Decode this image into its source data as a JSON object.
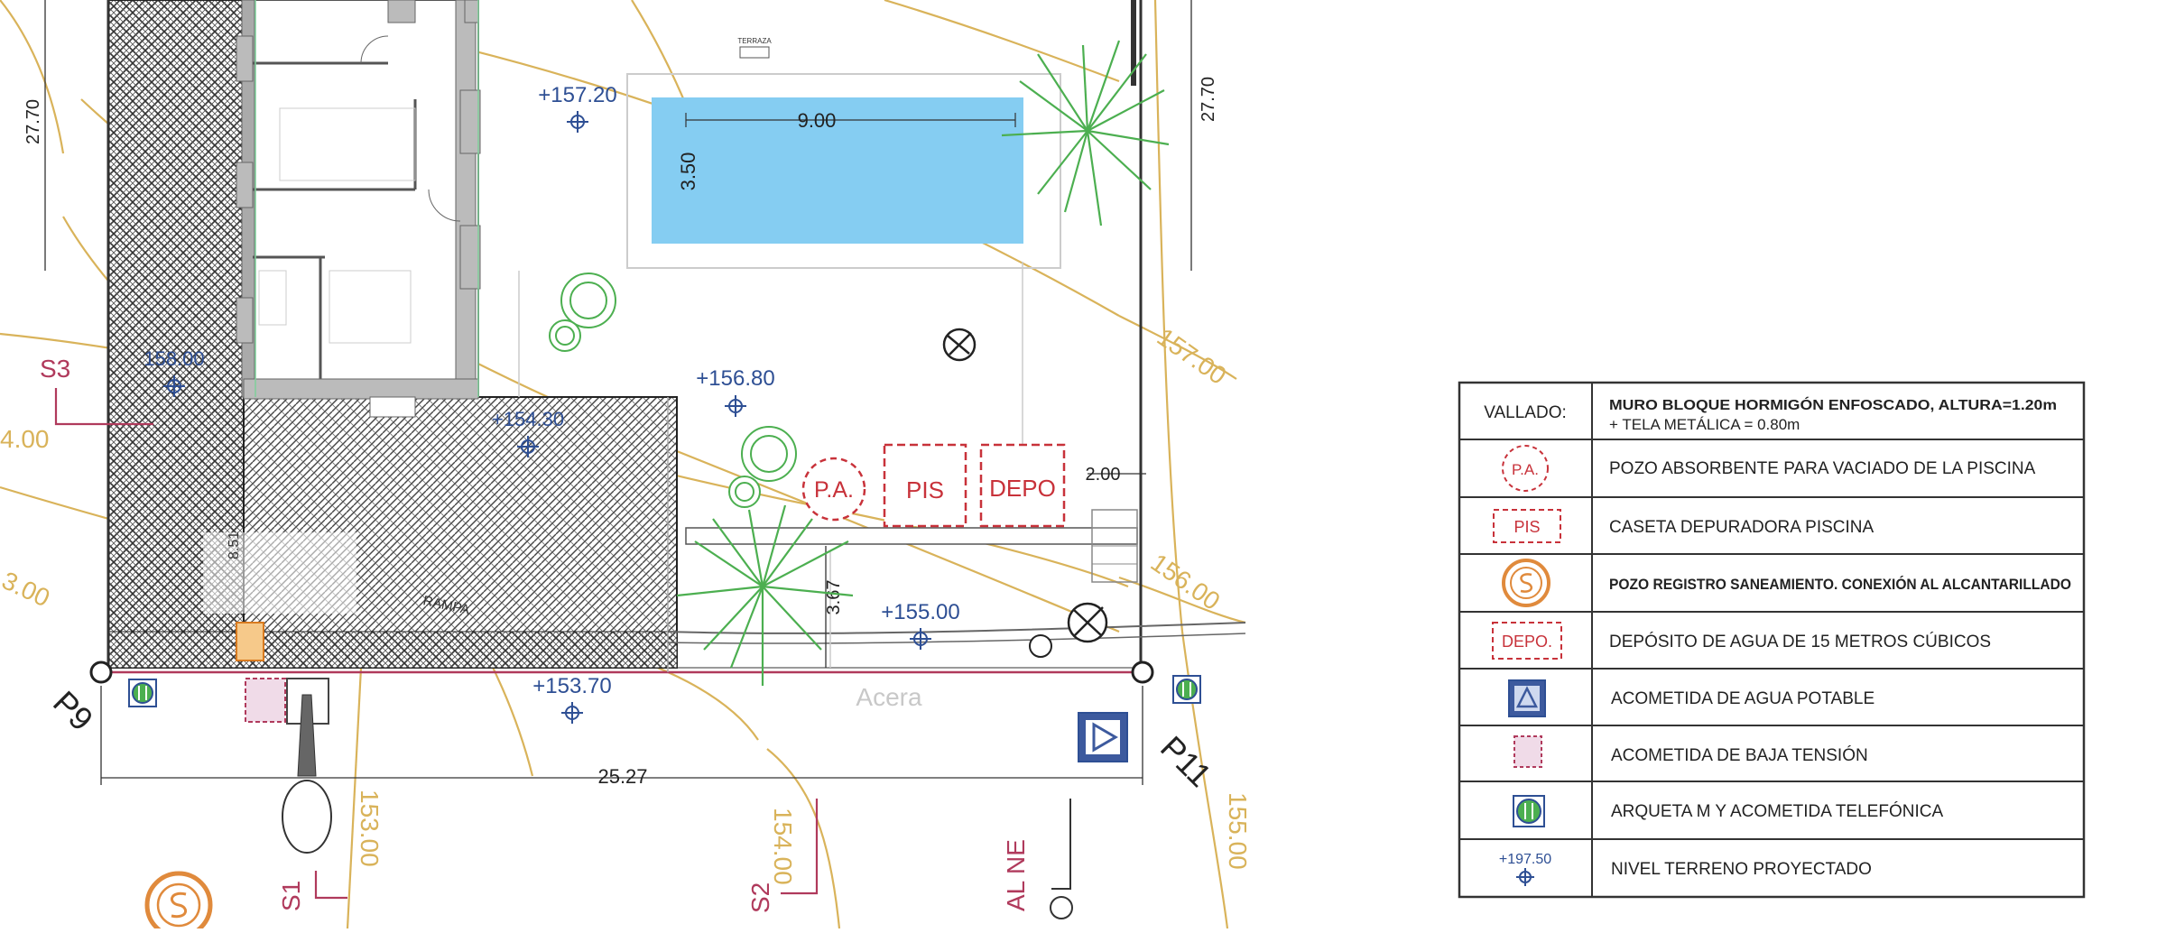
{
  "plan": {
    "site_labels": {
      "p9": "P9",
      "p11": "P11",
      "s1": "S1",
      "s2": "S2",
      "s3": "S3",
      "al_ne": "AL NE",
      "acera": "Acera",
      "terraza": "TERRAZA",
      "rampa": "RAMPA"
    },
    "dimensions": {
      "width": "25.27",
      "left_side": "27.70",
      "right_side": "27.70",
      "pool_length": "9.00",
      "pool_width": "3.50",
      "gap_right": "2.00",
      "gap_lower": "3.67",
      "ramp": "8.51"
    },
    "levels": {
      "l1": "+157.20",
      "l2": "+156.80",
      "l3": "+155.00",
      "l4": "+153.70",
      "l5": "158.00",
      "l6": "+154.30"
    },
    "contours": {
      "c1": "157.00",
      "c2": "156.00",
      "c3": "155.00",
      "c4": "154.00",
      "c5": "153.00",
      "c6": "4.00",
      "c7": "3.00"
    },
    "symbol_labels": {
      "pa": "P.A.",
      "pis": "PIS",
      "depo": "DEPO"
    }
  },
  "legend": {
    "vallado_label": "VALLADO:",
    "vallado_line1": "MURO BLOQUE HORMIGÓN ENFOSCADO, ALTURA=1.20m",
    "vallado_line2": "+ TELA METÁLICA = 0.80m",
    "pa_symbol": "P.A.",
    "pa_desc": "POZO ABSORBENTE PARA VACIADO DE LA PISCINA",
    "pis_symbol": "PIS",
    "pis_desc": "CASETA DEPURADORA PISCINA",
    "s_desc": "POZO REGISTRO SANEAMIENTO. CONEXIÓN AL ALCANTARILLADO",
    "depo_symbol": "DEPO.",
    "depo_desc": "DEPÓSITO DE AGUA DE 15 METROS CÚBICOS",
    "agua_desc": "ACOMETIDA DE AGUA POTABLE",
    "baja_desc": "ACOMETIDA DE BAJA TENSIÓN",
    "arqueta_desc": "ARQUETA M Y ACOMETIDA TELEFÓNICA",
    "nivel_symbol": "+197.50",
    "nivel_desc": "NIVEL TERRENO PROYECTADO"
  },
  "colors": {
    "contour": "#d9b35a",
    "red_symbol": "#c8323a",
    "pool": "#85cdf2",
    "level_blue": "#2e4f94",
    "tree_green": "#4caf50",
    "section_magenta": "#b03a5c"
  }
}
